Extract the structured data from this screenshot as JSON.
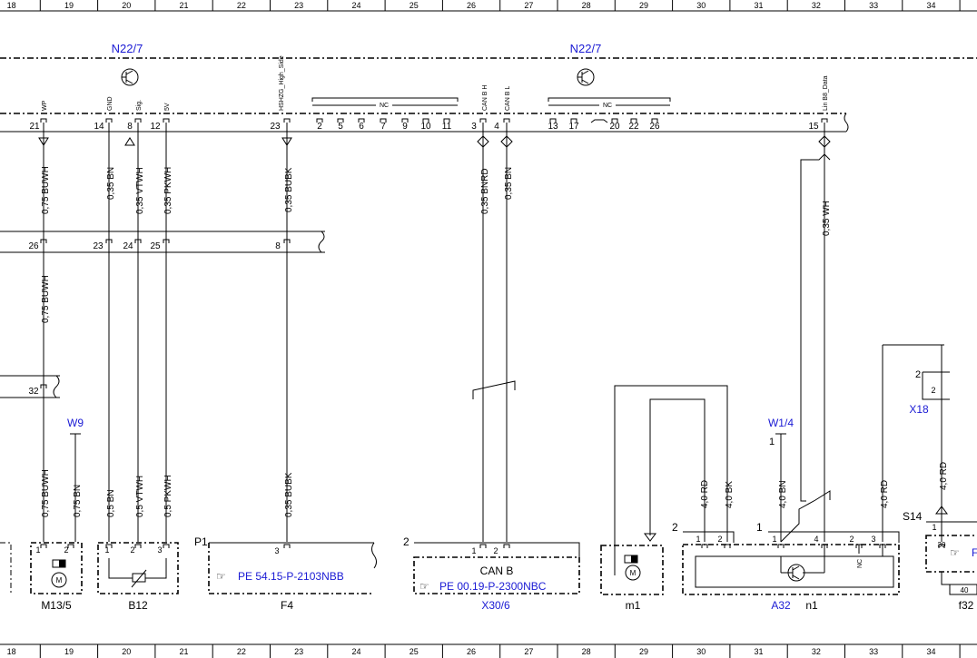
{
  "grid_columns": [
    "18",
    "19",
    "20",
    "21",
    "22",
    "23",
    "24",
    "25",
    "26",
    "27",
    "28",
    "29",
    "30",
    "31",
    "32",
    "33",
    "34"
  ],
  "top_connectors": [
    "N22/7",
    "N22/7"
  ],
  "top_pins": [
    {
      "pin": "21",
      "signal": "WP"
    },
    {
      "pin": "14",
      "signal": "GND"
    },
    {
      "pin": "8",
      "signal": "Sig."
    },
    {
      "pin": "12",
      "signal": "5V"
    },
    {
      "pin": "23",
      "signal": "HSHZG_High_Side"
    },
    {
      "pin": "3",
      "signal": "CAN B H"
    },
    {
      "pin": "4",
      "signal": "CAN B L"
    },
    {
      "pin": "15",
      "signal": "Lin B8_Data"
    }
  ],
  "nc_group_1": {
    "label": "NC",
    "pins": [
      "2",
      "5",
      "6",
      "7",
      "9",
      "10",
      "11"
    ]
  },
  "nc_group_2": {
    "label": "NC",
    "pins": [
      "13",
      "17",
      "20",
      "22",
      "26"
    ]
  },
  "upper_wires": [
    "0,75 BUWH",
    "0,35 BN",
    "0,35 VTWH",
    "0,35 PKWH",
    "0,35 BUBK",
    "0,35 BNRD",
    "0,35 BN",
    "0,35 WH"
  ],
  "mid_pins": [
    "26",
    "23",
    "24",
    "25",
    "8"
  ],
  "mid_wire": "0,75 BUWH",
  "pin_32": "32",
  "lower_wires": [
    "0,75 BUWH",
    "0,75 BN",
    "0,5 BN",
    "0,5 VTWH",
    "0,5 PKWH",
    "0,35 BUBK",
    "4,0 RD",
    "4,0 BK",
    "4,0 BN",
    "4,0 RD",
    "4,0 RD"
  ],
  "w9": "W9",
  "w14": "W1/4",
  "w14_pin": "1",
  "x18": {
    "label": "X18",
    "pins": [
      "2",
      "2"
    ]
  },
  "components": [
    {
      "name": "M13/5",
      "pins": [
        "1",
        "2"
      ]
    },
    {
      "name": "B12",
      "pins": [
        "1",
        "2",
        "3"
      ]
    },
    {
      "name": "F4",
      "connector": "P1",
      "pin": "3",
      "ref": "PE 54.15-P-2103NBB"
    },
    {
      "name": "X30/6",
      "connector": "2",
      "pins": [
        "1",
        "2"
      ],
      "label": "CAN B",
      "ref": "PE 00.19-P-2300NBC"
    },
    {
      "name": "m1"
    },
    {
      "name": "A32",
      "sub": "n1",
      "pins_left": [
        "1",
        "2"
      ],
      "pins_right": [
        "1",
        "4",
        "2",
        "3"
      ],
      "nc": "NC",
      "conn_left": "2",
      "conn_right": "1"
    },
    {
      "name": "f32",
      "connector": "S14",
      "pins": [
        "1",
        "30",
        "40"
      ],
      "ref": "F"
    }
  ]
}
